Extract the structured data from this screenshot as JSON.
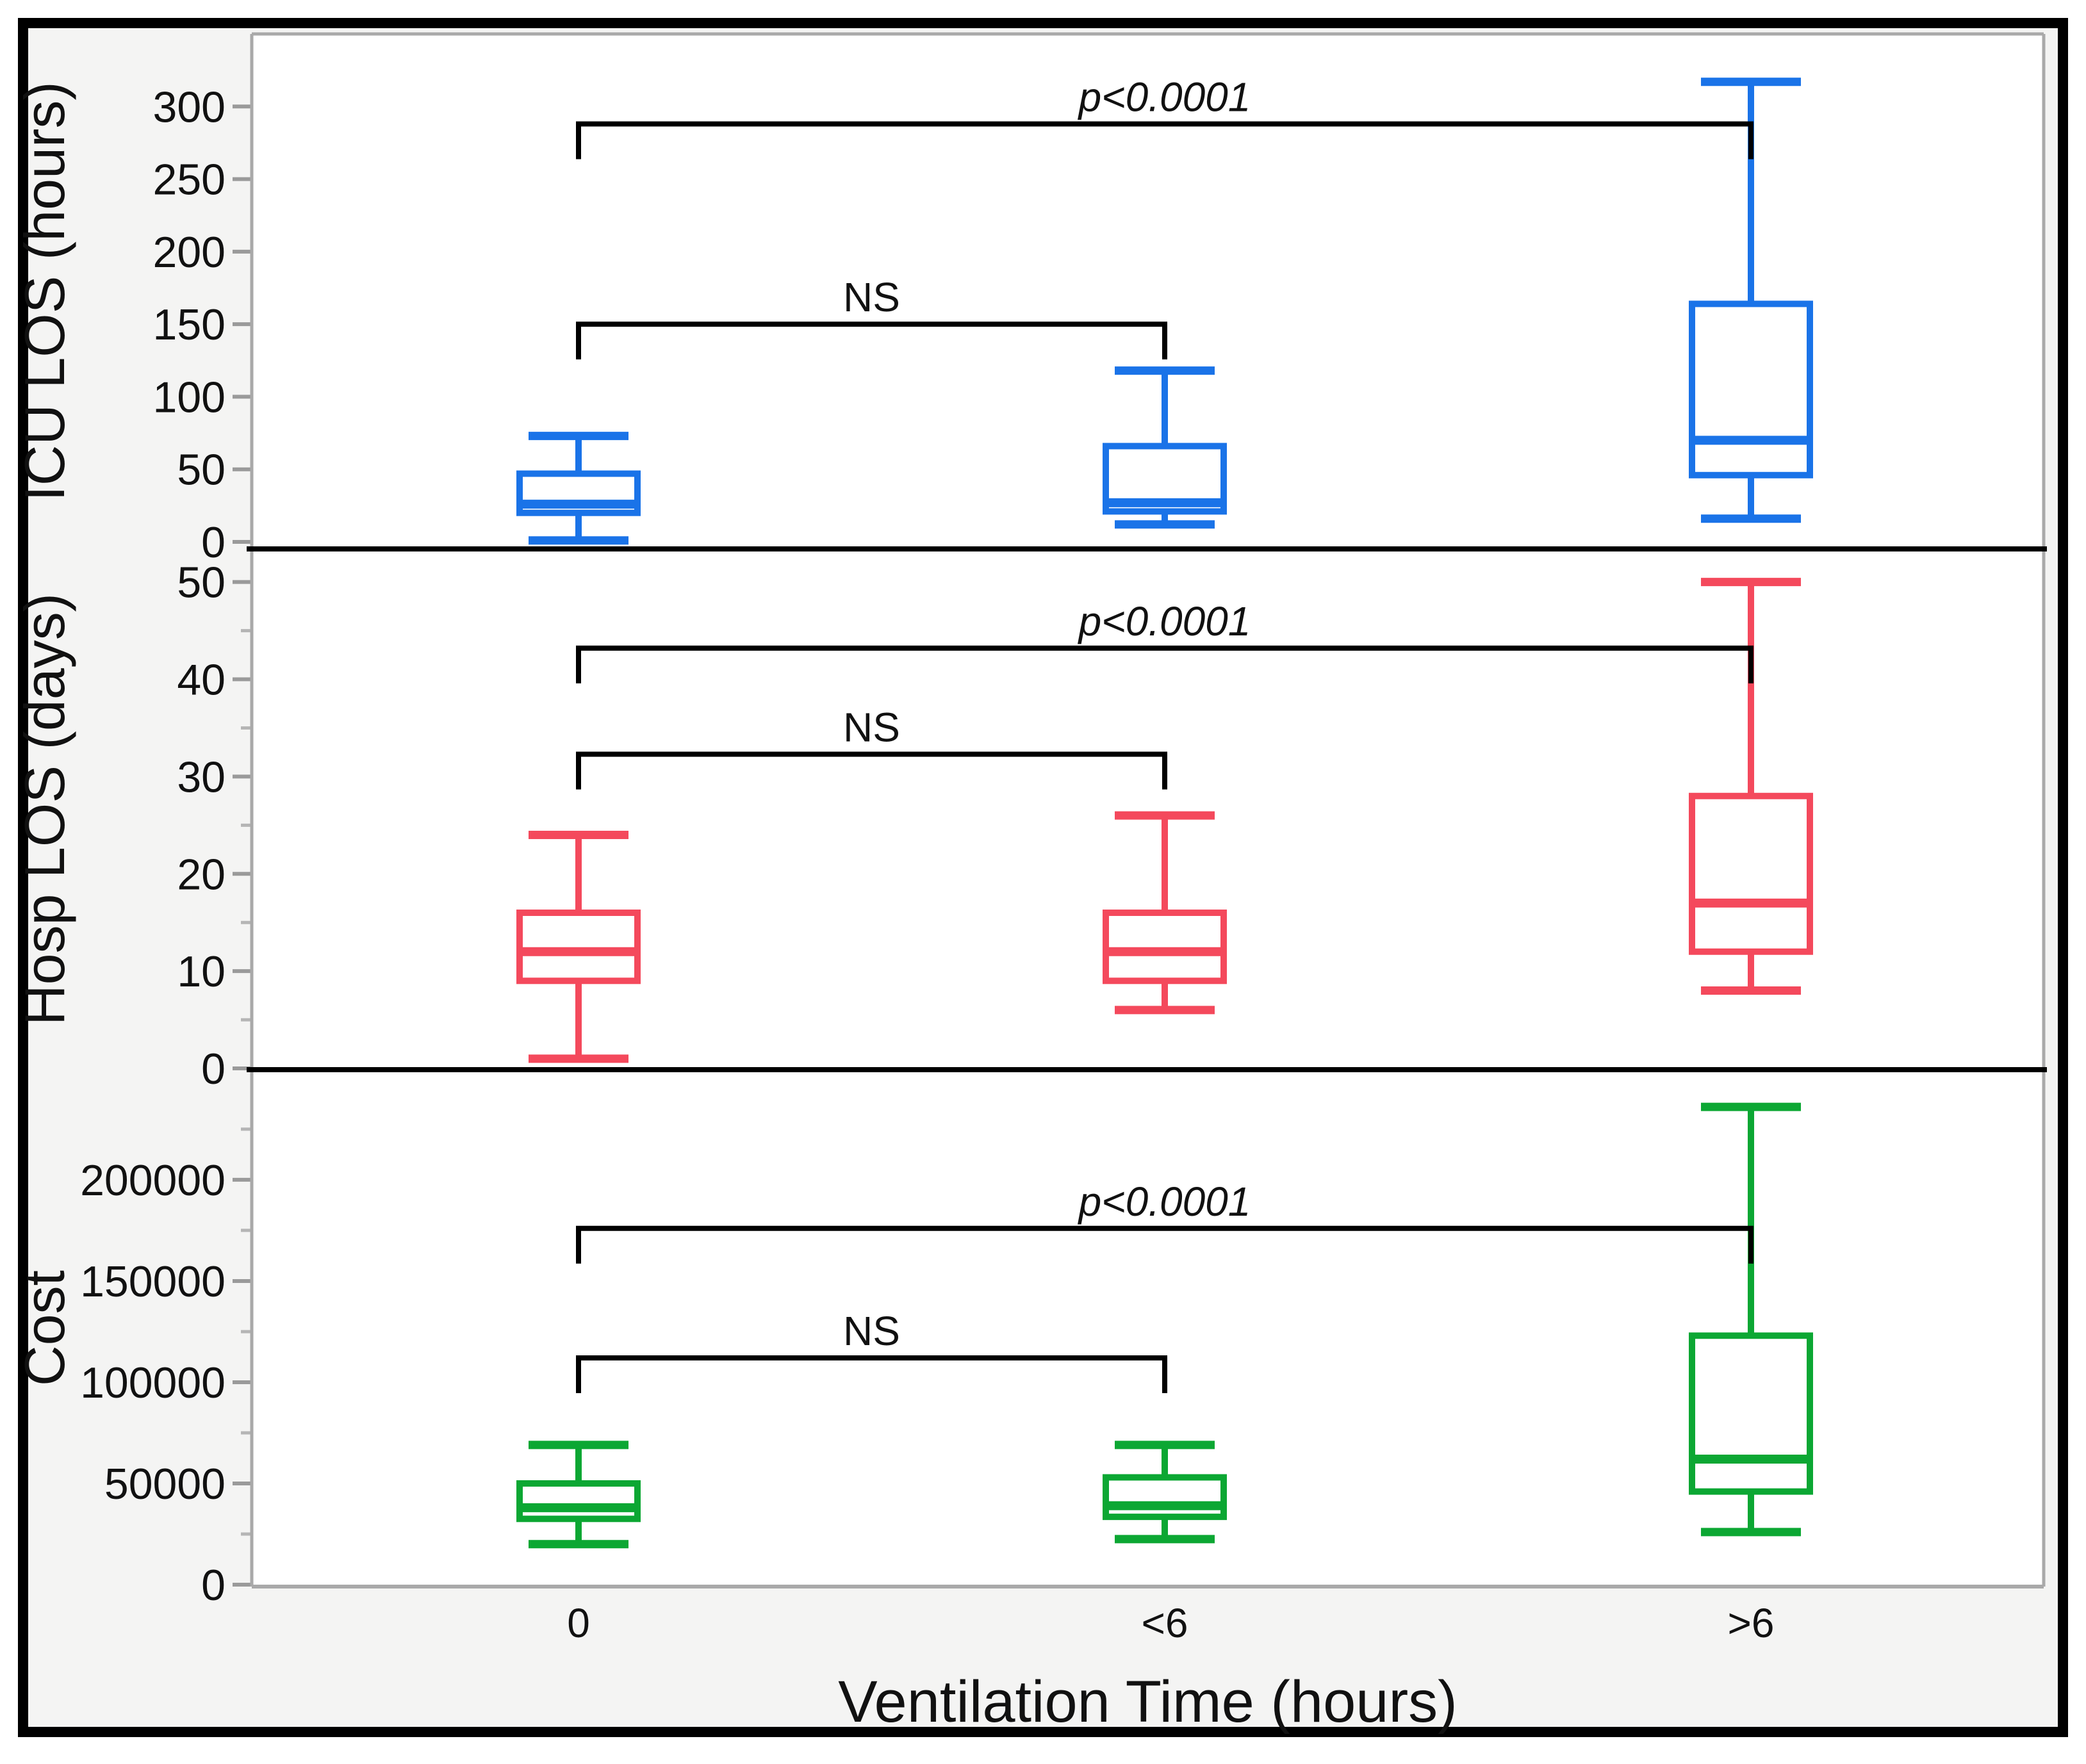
{
  "figure": {
    "background": "#f4f4f3",
    "border_color": "#000000",
    "panel_fill": "#ffffff",
    "frame_color": "#a9a9a9",
    "tick_color": "#9a9a9a",
    "separator_color": "#000000",
    "text_color": "#111111"
  },
  "chart_data": {
    "type": "boxplot",
    "layout_note": "three vertically stacked box-plot panels sharing one categorical x axis",
    "x_title": "Ventilation Time (hours)",
    "x_categories": [
      "0",
      "<6",
      ">6"
    ],
    "legend": "none",
    "grid": "off",
    "panels": [
      {
        "ylabel": "ICU LOS (hours)",
        "color": "#1a73e8",
        "ylim": [
          0,
          350
        ],
        "yticks": [
          0,
          50,
          100,
          150,
          200,
          250,
          300
        ],
        "minor_step": null,
        "boxes": [
          {
            "category": "0",
            "min": 1,
            "q1": 20,
            "median": 26,
            "q3": 47,
            "max": 73
          },
          {
            "category": "<6",
            "min": 12,
            "q1": 21,
            "median": 27,
            "q3": 66,
            "max": 118
          },
          {
            "category": ">6",
            "min": 16,
            "q1": 46,
            "median": 70,
            "q3": 164,
            "max": 317
          }
        ],
        "significance": [
          {
            "label": "NS",
            "from": 0,
            "to": 1,
            "line_value": 150,
            "italic": false
          },
          {
            "label": "p<0.0001",
            "from": 0,
            "to": 2,
            "line_value": 288,
            "italic": true
          }
        ]
      },
      {
        "ylabel": "Hosp LOS (days)",
        "color": "#f4495c",
        "ylim": [
          0,
          53.4
        ],
        "yticks": [
          0,
          10,
          20,
          30,
          40,
          50
        ],
        "minor_step": 5,
        "boxes": [
          {
            "category": "0",
            "min": 1,
            "q1": 9,
            "median": 12,
            "q3": 16,
            "max": 24
          },
          {
            "category": "<6",
            "min": 6,
            "q1": 9,
            "median": 12,
            "q3": 16,
            "max": 26
          },
          {
            "category": ">6",
            "min": 8,
            "q1": 12,
            "median": 17,
            "q3": 28,
            "max": 50
          }
        ],
        "significance": [
          {
            "label": "NS",
            "from": 0,
            "to": 1,
            "line_value": 32.3,
            "italic": false
          },
          {
            "label": "p<0.0001",
            "from": 0,
            "to": 2,
            "line_value": 43.2,
            "italic": true
          }
        ]
      },
      {
        "ylabel": "Cost",
        "color": "#0ca733",
        "ylim": [
          0,
          254400
        ],
        "yticks": [
          0,
          50000,
          100000,
          150000,
          200000
        ],
        "minor_step": 25000,
        "boxes": [
          {
            "category": "0",
            "min": 20000,
            "q1": 32500,
            "median": 38000,
            "q3": 50000,
            "max": 69000
          },
          {
            "category": "<6",
            "min": 22500,
            "q1": 33500,
            "median": 39000,
            "q3": 53000,
            "max": 69000
          },
          {
            "category": ">6",
            "min": 26000,
            "q1": 46000,
            "median": 62000,
            "q3": 123000,
            "max": 236000
          }
        ],
        "significance": [
          {
            "label": "NS",
            "from": 0,
            "to": 1,
            "line_value": 112000,
            "italic": false
          },
          {
            "label": "p<0.0001",
            "from": 0,
            "to": 2,
            "line_value": 176000,
            "italic": true
          }
        ]
      }
    ]
  }
}
